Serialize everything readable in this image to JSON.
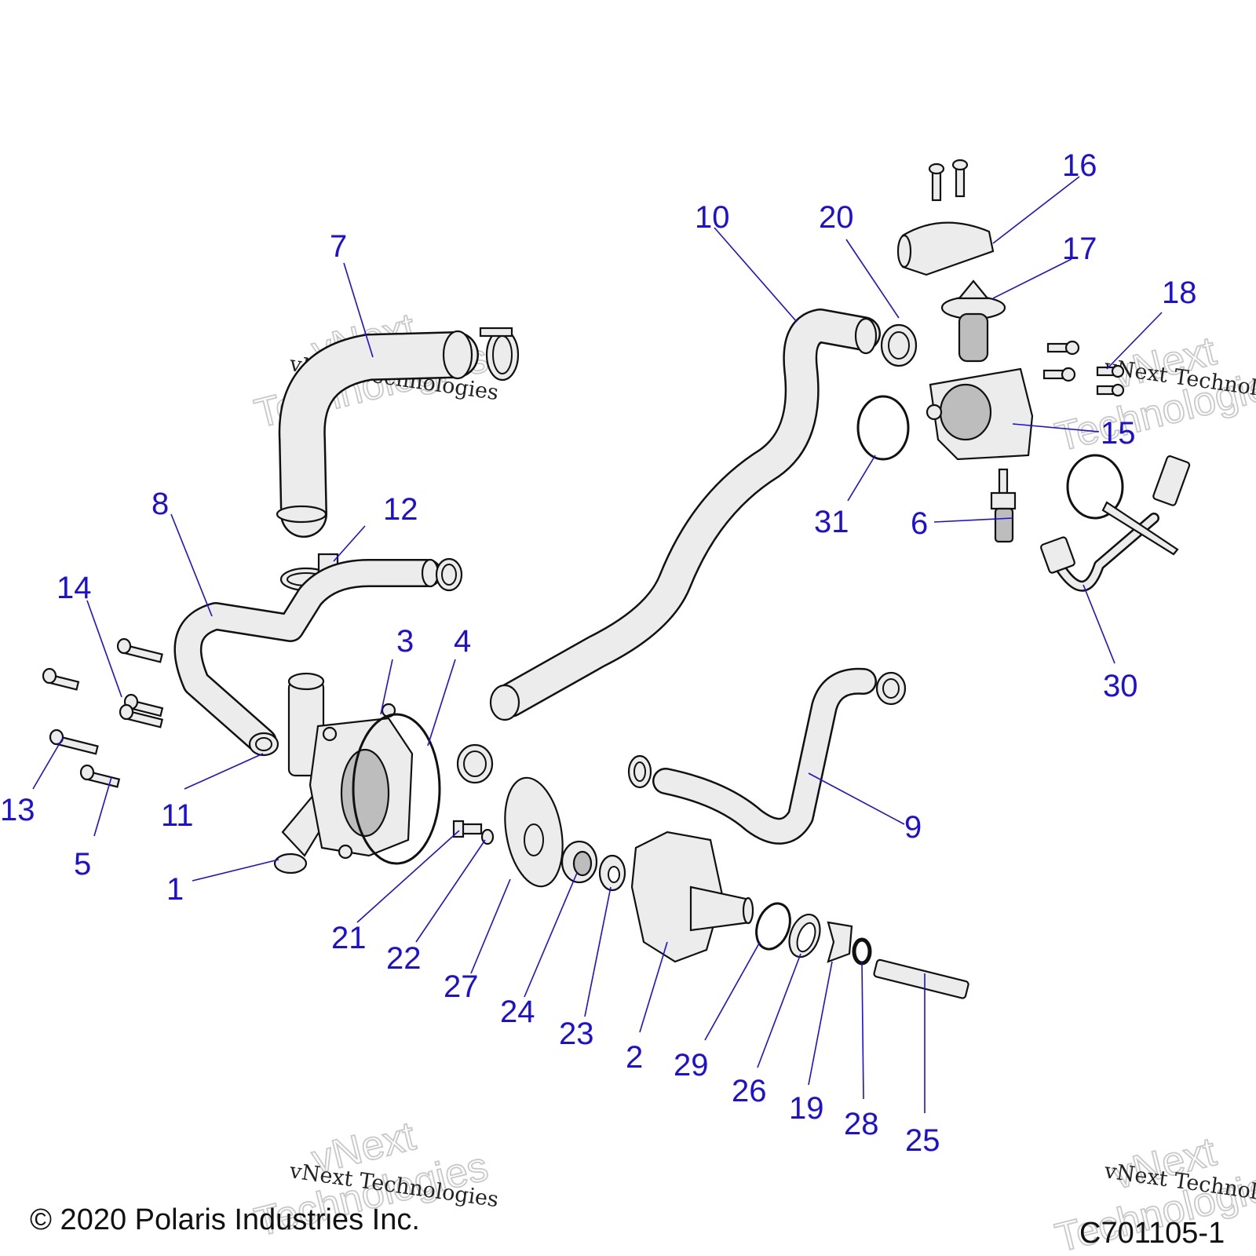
{
  "copyright": "© 2020 Polaris Industries Inc.",
  "drawing_number": "C701105-1",
  "watermark": {
    "line1": "vNext",
    "line2": "Technologies",
    "script": "vNext Technologies"
  },
  "callouts": {
    "c1": "1",
    "c2": "2",
    "c3": "3",
    "c4": "4",
    "c5": "5",
    "c6": "6",
    "c7": "7",
    "c8": "8",
    "c9": "9",
    "c10": "10",
    "c11": "11",
    "c12": "12",
    "c13": "13",
    "c14": "14",
    "c15": "15",
    "c16": "16",
    "c17": "17",
    "c18": "18",
    "c19": "19",
    "c20": "20",
    "c21": "21",
    "c22": "22",
    "c23": "23",
    "c24": "24",
    "c25": "25",
    "c26": "26",
    "c27": "27",
    "c28": "28",
    "c29": "29",
    "c30": "30",
    "c31": "31"
  },
  "colors": {
    "callout": "#1c10d8",
    "part_fill": "#ececec",
    "outline": "#111111",
    "watermark": "#c9c9c9"
  }
}
